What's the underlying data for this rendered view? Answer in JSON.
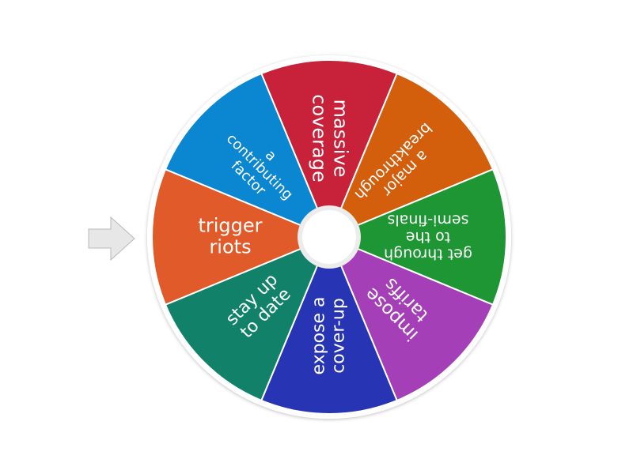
{
  "wheel": {
    "segments": [
      {
        "lines": [
          "massive",
          "coverage"
        ],
        "color": "#c8213a",
        "font_size": 24
      },
      {
        "lines": [
          "a major",
          "breakthrough"
        ],
        "color": "#d35e0c",
        "font_size": 19
      },
      {
        "lines": [
          "get through",
          "to the",
          "semi-finals"
        ],
        "color": "#1e9633",
        "font_size": 19
      },
      {
        "lines": [
          "impose",
          "tariffs"
        ],
        "color": "#a43fb8",
        "font_size": 23
      },
      {
        "lines": [
          "expose a",
          "cover-up"
        ],
        "color": "#2735b4",
        "font_size": 22
      },
      {
        "lines": [
          "stay up",
          "to date"
        ],
        "color": "#128169",
        "font_size": 22
      },
      {
        "lines": [
          "trigger",
          "riots"
        ],
        "color": "#e05a2a",
        "font_size": 24
      },
      {
        "lines": [
          "a",
          "contributing",
          "factor"
        ],
        "color": "#0b86d0",
        "font_size": 18
      }
    ]
  },
  "pointer": {
    "icon": "arrow-right-icon",
    "color": "#e7e7e7"
  }
}
